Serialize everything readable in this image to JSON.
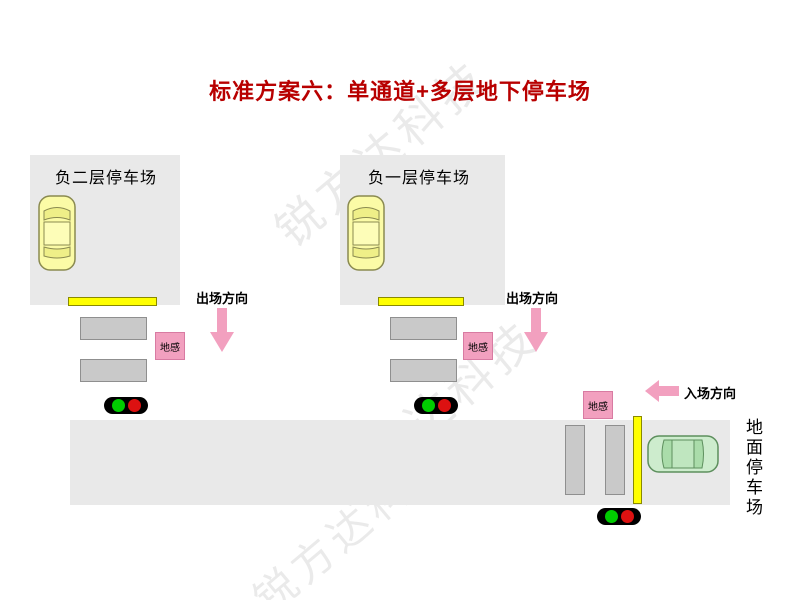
{
  "title": "标准方案六：单通道+多层地下停车场",
  "watermark": "锐方达科技",
  "areas": {
    "b2": "负二层停车场",
    "b1": "负一层停车场",
    "ground": "地面停车场"
  },
  "directions": {
    "exit": "出场方向",
    "entry": "入场方向"
  },
  "labels": {
    "sensor": "地感"
  },
  "colors": {
    "title_red": "#b80000",
    "area_gray": "#e9e9e9",
    "equipment_gray": "#c9c9c9",
    "barrier_yellow": "#ffff00",
    "sensor_pink": "#f2a0bf",
    "arrow_pink": "#f2a0bf",
    "signal_green": "#00cc00",
    "signal_red": "#dd1111",
    "car_yellow": "#fbfba6",
    "car_green": "#cdeccd"
  }
}
